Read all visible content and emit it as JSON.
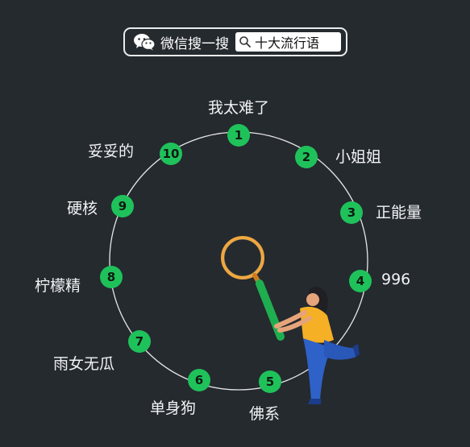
{
  "search": {
    "prefix": "微信搜一搜",
    "term": "十大流行语"
  },
  "words": [
    {
      "rank": "1",
      "label": "我太难了"
    },
    {
      "rank": "2",
      "label": "小姐姐"
    },
    {
      "rank": "3",
      "label": "正能量"
    },
    {
      "rank": "4",
      "label": "996"
    },
    {
      "rank": "5",
      "label": "佛系"
    },
    {
      "rank": "6",
      "label": "单身狗"
    },
    {
      "rank": "7",
      "label": "雨女无瓜"
    },
    {
      "rank": "8",
      "label": "柠檬精"
    },
    {
      "rank": "9",
      "label": "硬核"
    },
    {
      "rank": "10",
      "label": "妥妥的"
    }
  ],
  "colors": {
    "background": "#252a2f",
    "marker": "#1fc25a",
    "ring": "#e6e6e6",
    "magnifier_rim": "#f0a640",
    "handle": "#1fae4f"
  }
}
